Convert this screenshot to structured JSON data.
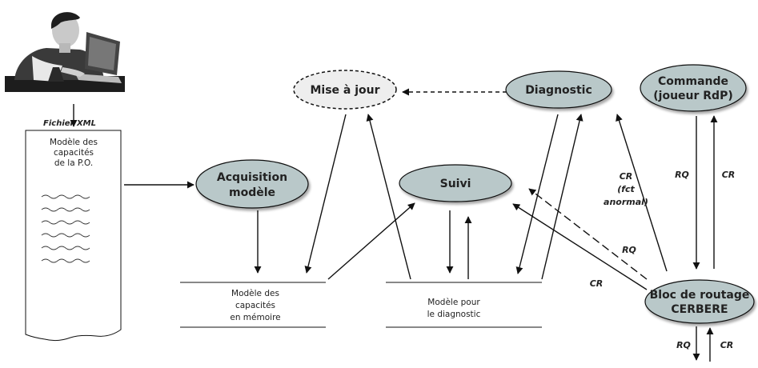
{
  "nodes": {
    "mise_a_jour": "Mise à jour",
    "diagnostic": "Diagnostic",
    "commande_line1": "Commande",
    "commande_line2": "(joueur RdP)",
    "acquisition_line1": "Acquisition",
    "acquisition_line2": "modèle",
    "suivi": "Suivi",
    "bloc_line1": "Bloc de routage",
    "bloc_line2": "CERBERE"
  },
  "document": {
    "file_caption": "Fichier XML",
    "line1": "Modèle des",
    "line2": "capacités",
    "line3": "de la P.O."
  },
  "stores": {
    "capacites_line1": "Modèle des",
    "capacites_line2": "capacités",
    "capacites_line3": "en mémoire",
    "diagnostic_line1": "Modèle pour",
    "diagnostic_line2": "le diagnostic"
  },
  "edge_labels": {
    "cr_fct_line1": "CR",
    "cr_fct_line2": "(fct",
    "cr_fct_line3": "anormal)",
    "rq_commande": "RQ",
    "cr_commande": "CR",
    "rq_suivi": "RQ",
    "cr_suivi": "CR",
    "rq_bottom": "RQ",
    "cr_bottom": "CR"
  },
  "colors": {
    "node_fill": "#b9c8c9",
    "node_fill_dashed": "#eeeeee",
    "stroke": "#111111"
  }
}
